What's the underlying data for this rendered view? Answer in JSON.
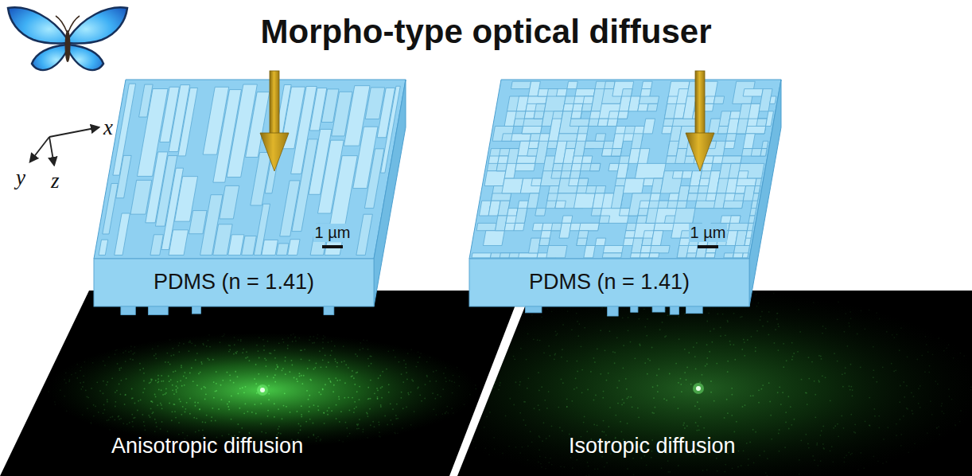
{
  "diagram": {
    "title": "Morpho-type optical diffuser",
    "nodes": [
      {
        "text": [
          "1 µm",
          "PDMS (n = 1.41)"
        ]
      },
      {
        "text": [
          "1 µm",
          "PDMS (n = 1.41)"
        ]
      },
      {
        "text": [
          "Anisotropic diffusion"
        ]
      },
      {
        "text": [
          "Isotropic diffusion"
        ]
      }
    ],
    "labels": [
      "x",
      "y",
      "z"
    ]
  }
}
